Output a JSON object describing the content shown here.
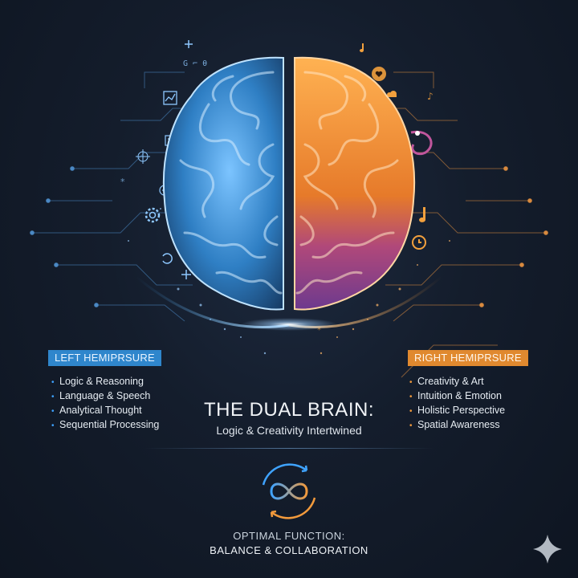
{
  "left": {
    "label": "LEFT HEMIPRSURE",
    "items": [
      "Logic & Reasoning",
      "Language & Speech",
      "Analytical Thought",
      "Sequential Processing"
    ],
    "color": "#2f86cc"
  },
  "right": {
    "label": "RIGHT HEMIPRSURE",
    "items": [
      "Creativity & Art",
      "Intuition & Emotion",
      "Holistic Perspective",
      "Spatial Awareness"
    ],
    "color": "#e0892f"
  },
  "title": "THE DUAL BRAIN:",
  "subtitle": "Logic & Creativity Intertwined",
  "footer": {
    "line1": "OPTIMAL FUNCTION:",
    "line2": "BALANCE & COLLABORATION"
  },
  "icons": {
    "cycle": "infinity-cycle-icon",
    "sparkle": "sparkle-icon"
  }
}
